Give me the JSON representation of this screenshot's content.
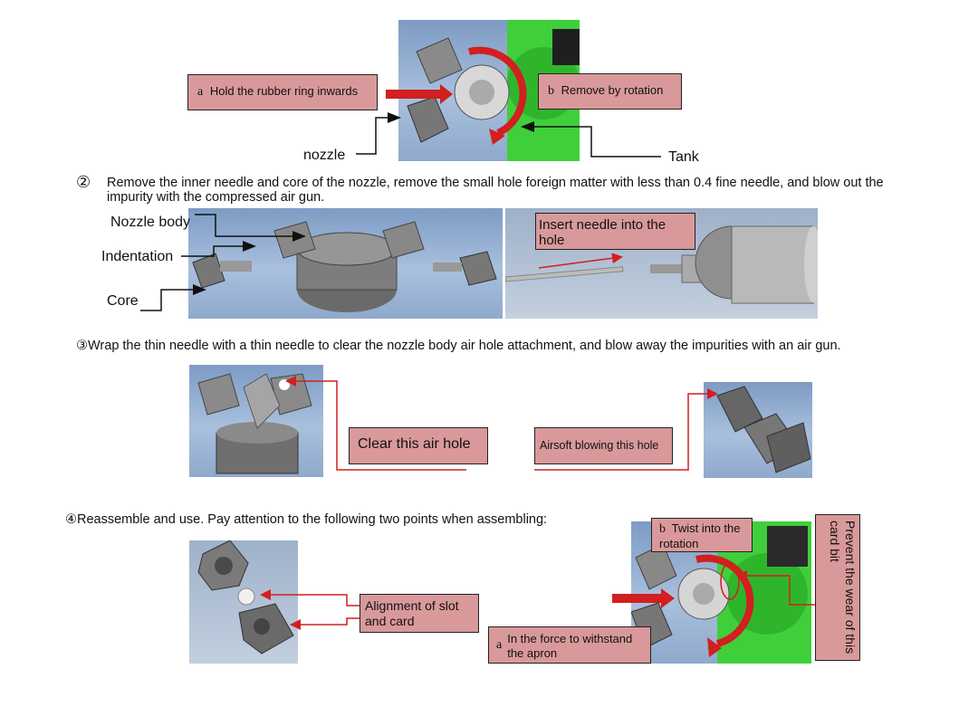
{
  "section1": {
    "callout_a_letter": "a",
    "callout_a_text": "Hold the rubber ring inwards",
    "callout_b_letter": "b",
    "callout_b_text": "Remove by rotation",
    "label_nozzle": "nozzle",
    "label_tank": "Tank"
  },
  "section2": {
    "marker": "②",
    "text": "Remove the inner needle and core of the nozzle, remove the small hole foreign matter with less than 0.4 fine needle, and blow out the impurity with the compressed air gun.",
    "label_nozzle_body": "Nozzle body",
    "label_indentation": "Indentation",
    "label_core": "Core",
    "callout_insert": "Insert needle into the hole"
  },
  "section3": {
    "text": "③Wrap the thin needle with a thin needle to clear the nozzle body air hole attachment, and blow away the impurities with an air gun.",
    "callout_clear": "Clear this air hole",
    "callout_airsoft": "Airsoft blowing this hole"
  },
  "section4": {
    "text": "④Reassemble and use. Pay attention to the following two points when assembling:",
    "callout_alignment": "Alignment of slot and card",
    "callout_b_letter": "b",
    "callout_b_text": "Twist into the rotation",
    "callout_a_letter": "a",
    "callout_a_text": "In the force to withstand the apron",
    "callout_vertical": "Prevent the wear of this card bit"
  },
  "colors": {
    "callout_fill": "#d9999a",
    "arrow_red": "#d21f1f",
    "tank_green": "#3fcf3a",
    "photo_blue": "#8fa9cc"
  }
}
